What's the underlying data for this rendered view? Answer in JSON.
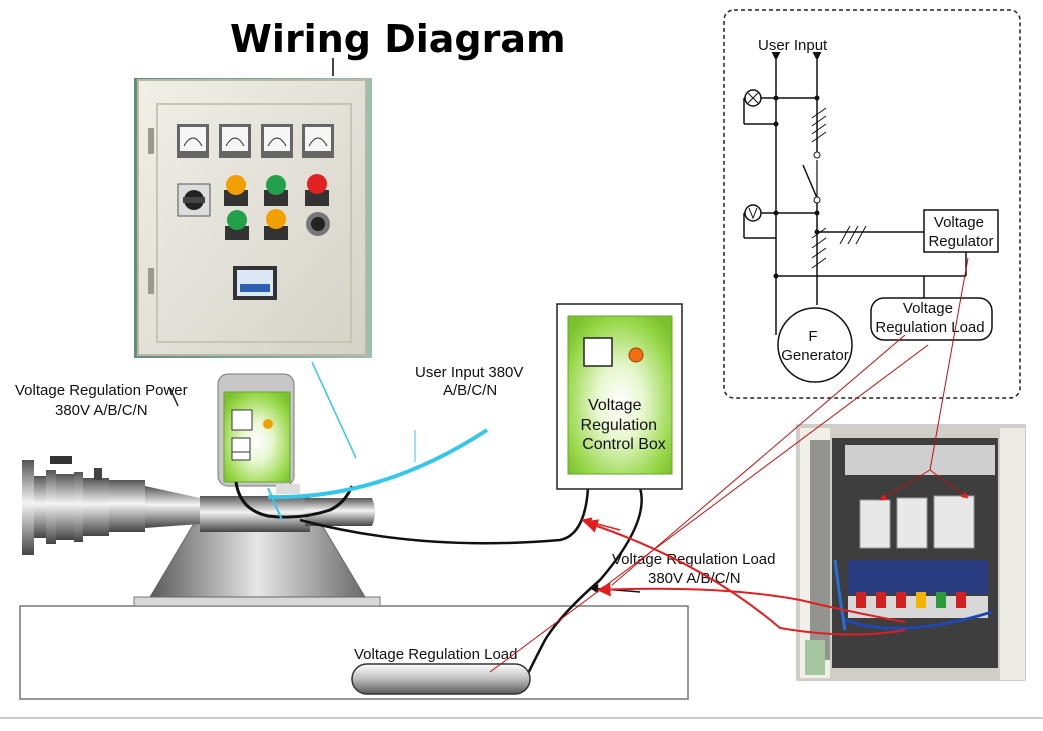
{
  "title": "Wiring Diagram",
  "labels": {
    "power": [
      "Voltage Regulation Power",
      "380V  A/B/C/N"
    ],
    "user_input": [
      "User Input 380V",
      "A/B/C/N"
    ],
    "control_box": [
      "Voltage",
      "Regulation",
      "Control Box"
    ],
    "load_right": [
      "Voltage Regulation Load",
      "380V  A/B/C/N"
    ],
    "load_bottom": "Voltage Regulation Load"
  },
  "schematic": {
    "user_input": "User Input",
    "voltage_regulator": [
      "Voltage",
      "Regulator"
    ],
    "voltage_regulation_load": [
      "Voltage",
      "Regulation Load"
    ],
    "generator": [
      "F",
      "Generator"
    ]
  },
  "colors": {
    "cabinet": "#e9e7dd",
    "control_box_green": "#8fd13f",
    "cable_cyan": "#35c6e8",
    "arrow_red": "#e02020",
    "indicator_orange": "#f2a000",
    "indicator_green": "#22a04a",
    "indicator_red": "#e02222"
  }
}
